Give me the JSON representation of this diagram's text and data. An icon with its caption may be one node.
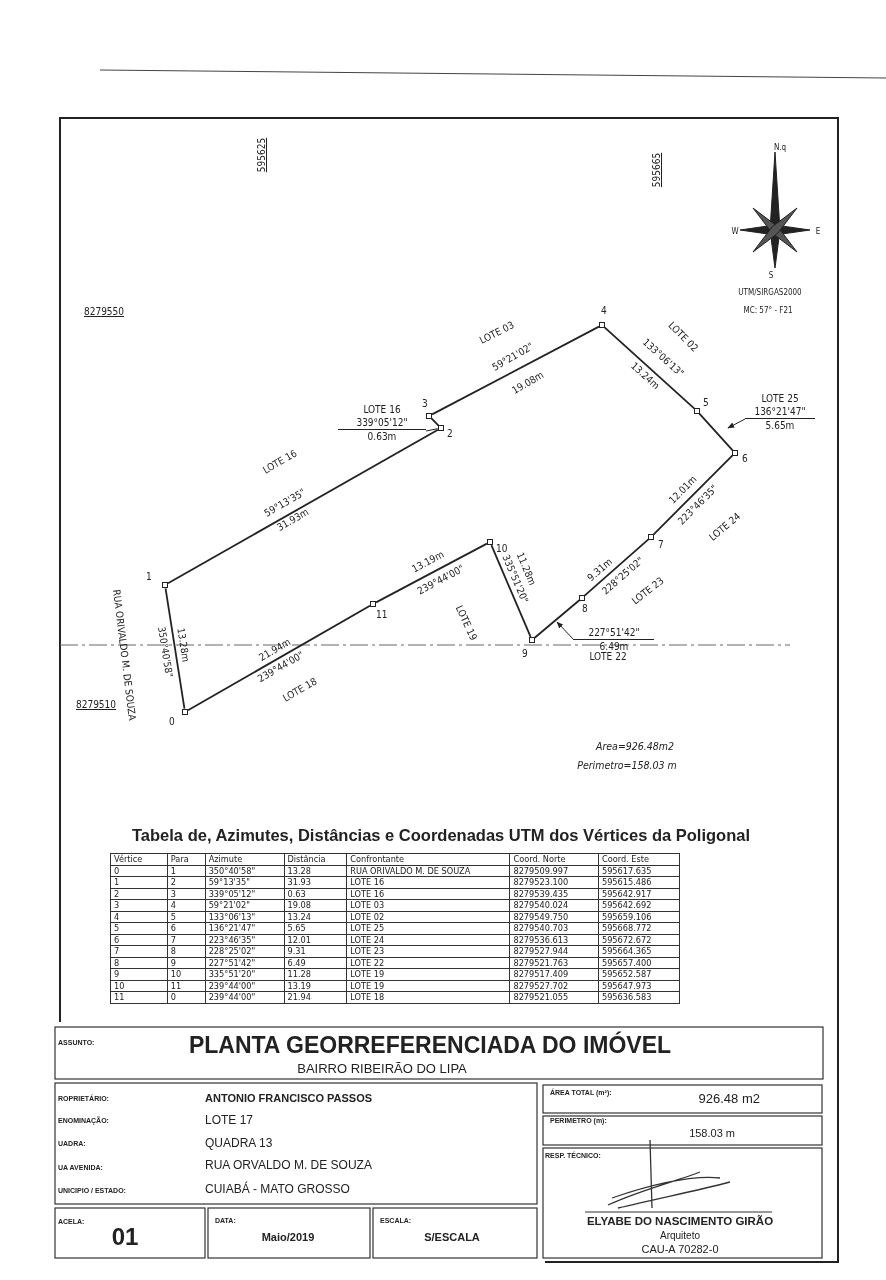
{
  "diagram": {
    "title": "PLANTA GEORREFERENCIADA DO IMÓVEL",
    "nodes": [
      {
        "text": [
          "0"
        ]
      },
      {
        "text": [
          "1"
        ]
      },
      {
        "text": [
          "2"
        ]
      },
      {
        "text": [
          "3"
        ]
      },
      {
        "text": [
          "4"
        ]
      },
      {
        "text": [
          "5"
        ]
      },
      {
        "text": [
          "6"
        ]
      },
      {
        "text": [
          "7"
        ]
      },
      {
        "text": [
          "8"
        ]
      },
      {
        "text": [
          "9"
        ]
      },
      {
        "text": [
          "10"
        ]
      },
      {
        "text": [
          "11"
        ]
      },
      {
        "text": [
          "LOTE 16",
          "339°05'12\"",
          "0.63m"
        ]
      },
      {
        "text": [
          "LOTE 25",
          "136°21'47\"",
          "5.65m"
        ]
      },
      {
        "text": [
          "227°51'42\"",
          "6.49m"
        ]
      }
    ],
    "edges": [
      {
        "from": 0,
        "to": 1,
        "arrow": "none"
      },
      {
        "from": 1,
        "to": 2,
        "arrow": "none"
      },
      {
        "from": 2,
        "to": 3,
        "arrow": "none"
      },
      {
        "from": 3,
        "to": 4,
        "arrow": "none"
      },
      {
        "from": 4,
        "to": 5,
        "arrow": "none"
      },
      {
        "from": 5,
        "to": 6,
        "arrow": "none"
      },
      {
        "from": 6,
        "to": 7,
        "arrow": "none"
      },
      {
        "from": 7,
        "to": 8,
        "arrow": "none"
      },
      {
        "from": 8,
        "to": 9,
        "arrow": "none"
      },
      {
        "from": 9,
        "to": 10,
        "arrow": "none"
      },
      {
        "from": 10,
        "to": 11,
        "arrow": "none"
      },
      {
        "from": 11,
        "to": 0,
        "arrow": "none"
      },
      {
        "from": 12,
        "to": 2,
        "arrow": "none"
      },
      {
        "from": 13,
        "to": null,
        "arrow": "to"
      },
      {
        "from": 14,
        "to": null,
        "arrow": "to"
      }
    ],
    "labels": [
      "595625",
      "595665",
      "N.q",
      "W",
      "E",
      "S",
      "UTM/SIRGAS2000",
      "8279550",
      "MC: 57° - F21",
      "LOTE 03",
      "59°21'02\"",
      "19.08m",
      "LOTE 02",
      "133°06'13\"",
      "13.24m",
      "LOTE 16",
      "59°13'35\"",
      "31.93m",
      "RUA ORIVALDO M. DE SOUZA",
      "13.28m",
      "350°40'58\"",
      "13.19m",
      "239°44'00\"",
      "LOTE 19",
      "335°51'20\"",
      "11.28m",
      "9.31m",
      "228°25'02\"",
      "12.01m",
      "223°46'35\"",
      "LOTE 24",
      "LOTE 23",
      "LOTE 22",
      "21.94m",
      "239°44'00\"",
      "8279510",
      "LOTE 18",
      "Area=926.48m2",
      "Perimetro=158.03 m",
      "Tabela de, Azimutes, Distâncias e Coordenadas UTM dos Vértices da Poligonal",
      "Vértice",
      "Para",
      "Azimute",
      "Distância",
      "Confrontante",
      "Coord. Norte",
      "Coord. Este",
      "0",
      "1",
      "350°40'58\"",
      "13.28",
      "RUA ORIVALDO M. DE SOUZA",
      "8279509.997",
      "595617.635",
      "1",
      "2",
      "59°13'35\"",
      "31.93",
      "LOTE 16",
      "8279523.100",
      "595615.486",
      "2",
      "3",
      "339°05'12\"",
      "0.63",
      "LOTE 16",
      "8279539.435",
      "595642.917",
      "3",
      "4",
      "59°21'02\"",
      "19.08",
      "LOTE 03",
      "8279540.024",
      "595642.692",
      "4",
      "5",
      "133°06'13\"",
      "13.24",
      "LOTE 02",
      "8279549.750",
      "595659.106",
      "5",
      "6",
      "136°21'47\"",
      "5.65",
      "LOTE 25",
      "8279540.703",
      "595668.772",
      "6",
      "7",
      "223°46'35\"",
      "12.01",
      "LOTE 24",
      "8279536.613",
      "595672.672",
      "7",
      "8",
      "228°25'02\"",
      "9.31",
      "LOTE 23",
      "8279527.944",
      "595664.365",
      "8",
      "9",
      "227°51'42\"",
      "6.49",
      "LOTE 22",
      "8279521.763",
      "595657.400",
      "9",
      "10",
      "335°51'20\"",
      "11.28",
      "LOTE 19",
      "8279517.409",
      "595652.587",
      "10",
      "11",
      "239°44'00\"",
      "13.19",
      "LOTE 19",
      "8279527.702",
      "595647.973",
      "11",
      "0",
      "239°44'00\"",
      "21.94",
      "LOTE 18",
      "8279521.055",
      "595636.583",
      "ASSUNTO:",
      "BAIRRO RIBEIRÃO DO LIPA",
      "ROPRIETÁRIO:",
      "ANTONIO FRANCISCO PASSOS",
      "ÁREA TOTAL (m²):",
      "926.48 m2",
      "ENOMINAÇÃO:",
      "LOTE 17",
      "PERIMETRO (m):",
      "158.03 m",
      "UADRA:",
      "QUADRA 13",
      "RESP. TÉCNICO:",
      "UA AVENIDA:",
      "RUA ORVALDO M. DE SOUZA",
      "UNICIPIO / ESTADO:",
      "CUIABÁ - MATO GROSSO",
      "ACELA:",
      "01",
      "DATA:",
      "Maio/2019",
      "ESCALA:",
      "S/ESCALA",
      "ELYABE DO NASCIMENTO GIRÃO",
      "Arquiteto",
      "CAU-A 70282-0"
    ]
  }
}
